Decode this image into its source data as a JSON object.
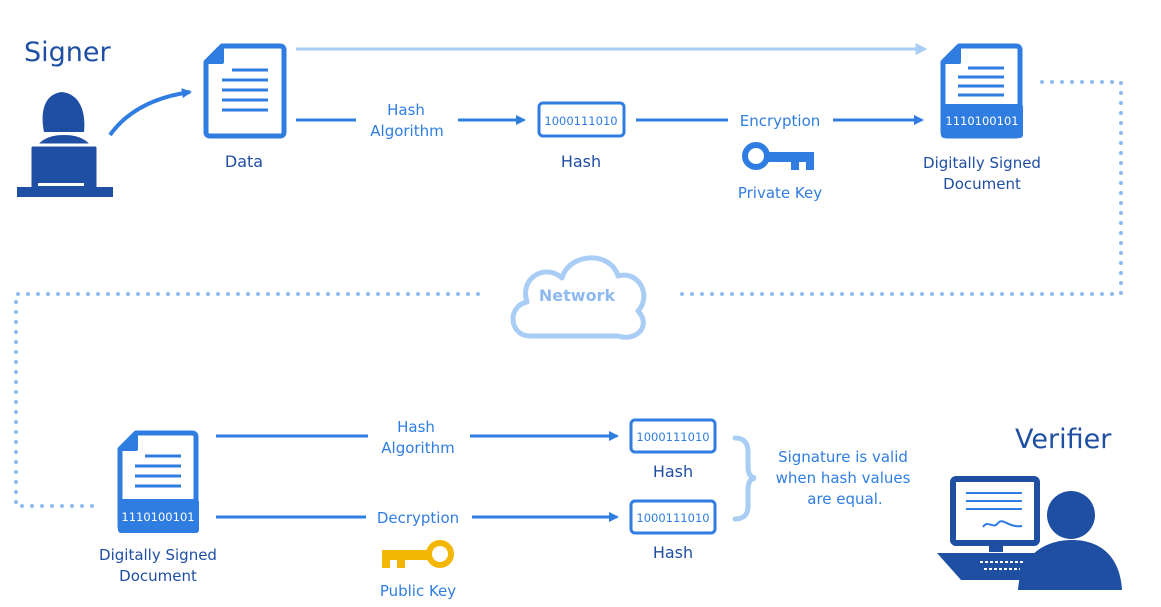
{
  "roles": {
    "signer": "Signer",
    "verifier": "Verifier"
  },
  "signing": {
    "data_label": "Data",
    "hash_algorithm_line1": "Hash",
    "hash_algorithm_line2": "Algorithm",
    "hash_value": "1000111010",
    "hash_label": "Hash",
    "encryption_label": "Encryption",
    "private_key_label": "Private Key",
    "signed_doc_value": "1110100101",
    "signed_doc_line1": "Digitally Signed",
    "signed_doc_line2": "Document"
  },
  "network_label": "Network",
  "verification": {
    "signed_doc_value": "1110100101",
    "signed_doc_line1": "Digitally Signed",
    "signed_doc_line2": "Document",
    "hash_algorithm_line1": "Hash",
    "hash_algorithm_line2": "Algorithm",
    "decryption_label": "Decryption",
    "public_key_label": "Public Key",
    "hash1_value": "1000111010",
    "hash1_label": "Hash",
    "hash2_value": "1000111010",
    "hash2_label": "Hash",
    "note_line1": "Signature is valid",
    "note_line2": "when hash values",
    "note_line3": "are equal."
  },
  "colors": {
    "primary": "#2f7de1",
    "dark_blue": "#1f4fa3",
    "light_blue": "#a9cdf5",
    "dots": "#8fbaf0",
    "private_key": "#2f7de1",
    "public_key": "#f2b705"
  },
  "icons": [
    "person-at-laptop-icon",
    "document-icon",
    "signed-document-icon",
    "key-icon",
    "cloud-icon",
    "person-at-computer-icon"
  ]
}
